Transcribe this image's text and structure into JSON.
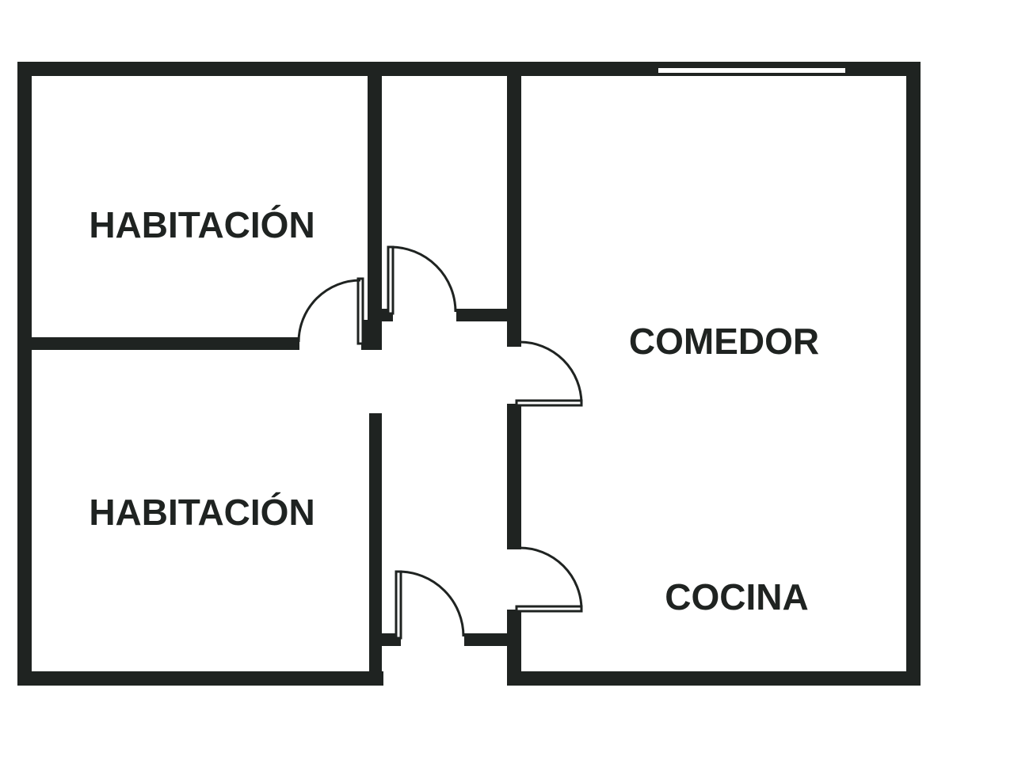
{
  "rooms": [
    {
      "id": "bedroom-top",
      "label": "HABITACIÓN"
    },
    {
      "id": "bedroom-bottom",
      "label": "HABITACIÓN"
    },
    {
      "id": "dining",
      "label": "COMEDOR"
    },
    {
      "id": "kitchen",
      "label": "COCINA"
    }
  ],
  "colors": {
    "wall": "#1f2321",
    "background": "#ffffff"
  }
}
